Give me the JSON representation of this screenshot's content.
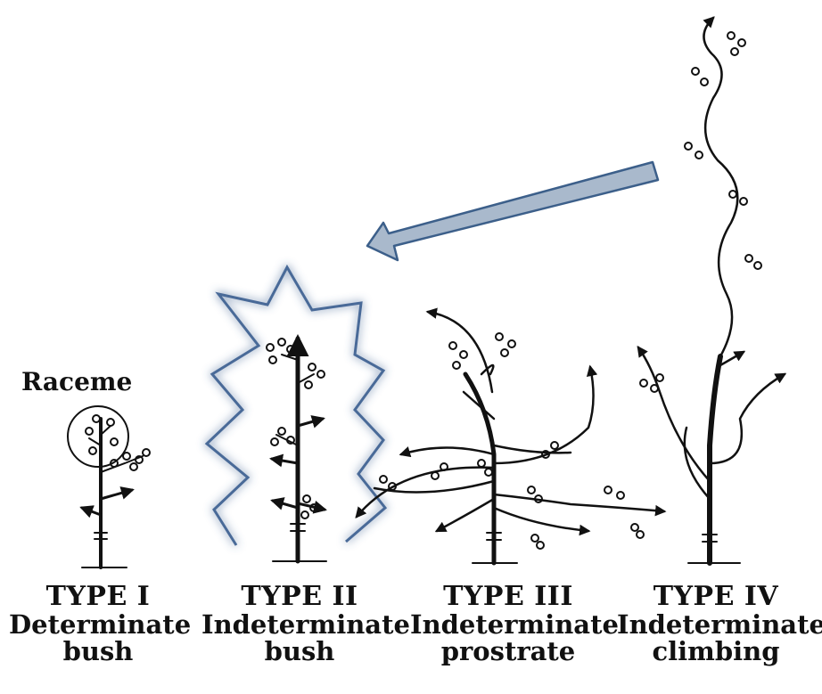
{
  "raceme_label": "Raceme",
  "types": [
    {
      "type": "TYPE I",
      "habit": "Determinate",
      "form": "bush"
    },
    {
      "type": "TYPE II",
      "habit": "Indeterminate",
      "form": "bush"
    },
    {
      "type": "TYPE III",
      "habit": "Indeterminate",
      "form": "prostrate"
    },
    {
      "type": "TYPE IV",
      "habit": "Indeterminate",
      "form": "climbing"
    }
  ],
  "colors": {
    "ink": "#111111",
    "arrow_fill": "#a9b9cc",
    "arrow_stroke": "#3c5f8a",
    "highlight": "#4a6a98"
  }
}
